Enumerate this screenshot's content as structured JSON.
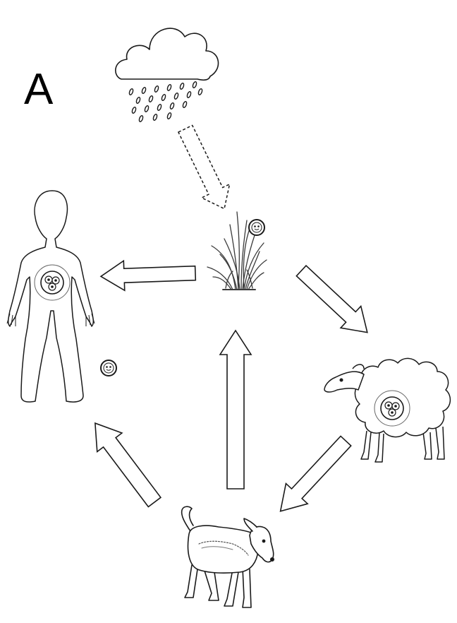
{
  "figure": {
    "panel_label": "A"
  },
  "colors": {
    "ink": "#1a1a1a",
    "grass": "#3a3a3a",
    "background": "#ffffff"
  },
  "nodes": [
    {
      "id": "rain-cloud",
      "icon": "rain-cloud-icon"
    },
    {
      "id": "grass",
      "icon": "grass-icon"
    },
    {
      "id": "human",
      "icon": "human-figure-icon"
    },
    {
      "id": "sheep",
      "icon": "sheep-icon"
    },
    {
      "id": "dog",
      "icon": "dog-icon"
    }
  ],
  "edges": [
    {
      "from": "rain-cloud",
      "to": "grass",
      "style": "dashed"
    },
    {
      "from": "grass",
      "to": "human",
      "style": "solid"
    },
    {
      "from": "grass",
      "to": "sheep",
      "style": "solid"
    },
    {
      "from": "sheep",
      "to": "dog",
      "style": "solid"
    },
    {
      "from": "dog",
      "to": "grass",
      "style": "solid"
    },
    {
      "from": "dog",
      "to": "human",
      "style": "solid"
    }
  ]
}
